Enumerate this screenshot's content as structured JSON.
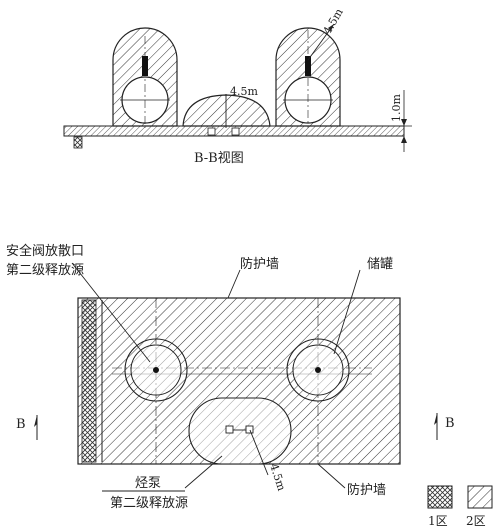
{
  "section_view": {
    "caption": "B-B视图",
    "dim_radius_left": "4.5m",
    "dim_radius_right": "4.5m",
    "dim_height": "1.0m"
  },
  "plan_view": {
    "label_vent_line1": "安全阀放散口",
    "label_vent_line2": "第二级释放源",
    "label_wall_top": "防护墙",
    "label_tank": "储罐",
    "label_pump_line1": "烃泵",
    "label_pump_line2": "第二级释放源",
    "label_wall_bottom": "防护墙",
    "dim_radius": "4.5m",
    "section_mark_left": "B",
    "section_mark_right": "B"
  },
  "legend": {
    "items": [
      {
        "label": "1区",
        "pattern": "crosshatch"
      },
      {
        "label": "2区",
        "pattern": "diagonal"
      }
    ]
  }
}
